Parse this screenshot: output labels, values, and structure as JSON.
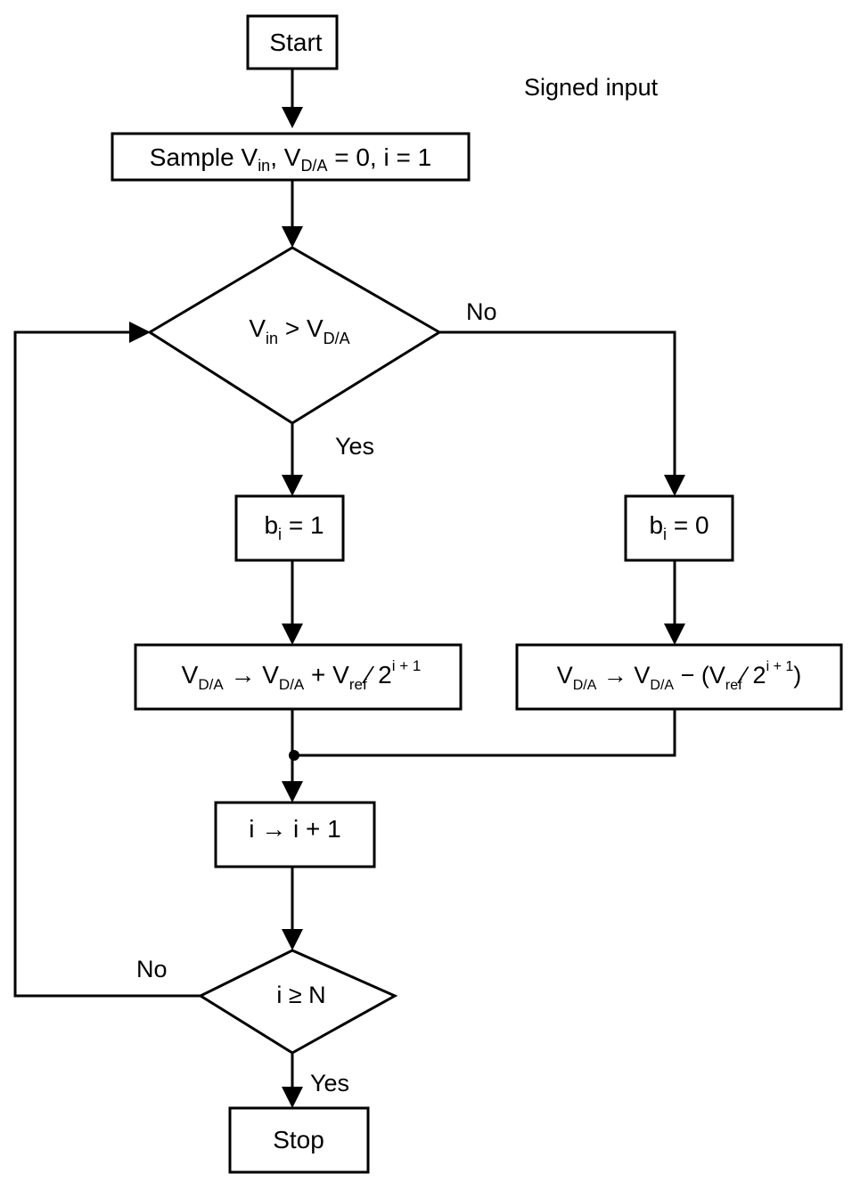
{
  "title": "Signed input",
  "nodes": {
    "start": "Start",
    "sample": {
      "text": "Sample V",
      "in_sub": "in",
      "comma": ", V",
      "da_sub": "D/A",
      "rest": " = 0, i = 1"
    },
    "compare": {
      "v1": "V",
      "s1": "in",
      "op": " > V",
      "s2": "D/A"
    },
    "bit_one": {
      "b": "b",
      "sub": "i",
      "rest": " = 1"
    },
    "bit_zero": {
      "b": "b",
      "sub": "i",
      "rest": " = 0"
    },
    "update_add": {
      "v1": "V",
      "s1": "D/A",
      "arr": " → V",
      "s2": "D/A",
      "plus": " + V",
      "s3": "ref",
      "div": "⁄ 2",
      "sup": "i + 1"
    },
    "update_sub": {
      "v1": "V",
      "s1": "D/A",
      "arr": " → V",
      "s2": "D/A",
      "minus": " − (V",
      "s3": "ref",
      "div": "⁄ 2",
      "sup": "i + 1",
      "close": ")"
    },
    "increment": "i → i + 1",
    "check": "i ≥ N",
    "stop": "Stop"
  },
  "edge_labels": {
    "compare_no": "No",
    "compare_yes": "Yes",
    "check_no": "No",
    "check_yes": "Yes"
  },
  "colors": {
    "stroke": "#000000",
    "background": "#ffffff"
  }
}
